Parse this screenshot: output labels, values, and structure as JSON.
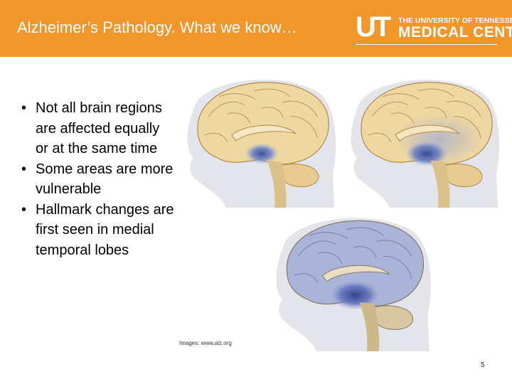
{
  "slide": {
    "title": "Alzheimer’s Pathology. What we know…",
    "logo": {
      "mark": "UT",
      "line1": "THE UNIVERSITY OF TENNESSEE",
      "line2": "MEDICAL CENTER"
    },
    "bullets": [
      {
        "marker": "•",
        "text": "Not all brain regions are affected equally or at the same time"
      },
      {
        "marker": "•",
        "text": "Some areas are more vulnerable"
      },
      {
        "marker": "•",
        "text": "Hallmark changes are first seen in medial temporal lobes"
      }
    ],
    "image_caption": "Images: www.alz.org",
    "page_number": "5"
  },
  "colors": {
    "header_bg": "#f0962b",
    "brain_tissue": "#efd7a0",
    "affected_blue": "#5c6fb8",
    "head_silhouette": "#e2e4ea"
  },
  "images": [
    {
      "name": "brain-stage-early",
      "icon": "brain-icon"
    },
    {
      "name": "brain-stage-mild",
      "icon": "brain-icon"
    },
    {
      "name": "brain-stage-severe",
      "icon": "brain-icon"
    }
  ]
}
